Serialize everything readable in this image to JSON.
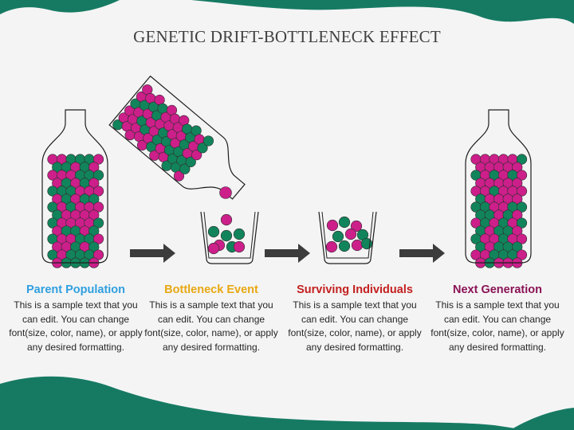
{
  "title": "GENETIC DRIFT-BOTTLENECK EFFECT",
  "colors": {
    "background": "#f4f4f4",
    "wave": "#167a63",
    "ball_magenta": "#cc1f8a",
    "ball_green": "#12845c",
    "arrow": "#3c3c3c"
  },
  "steps": [
    {
      "title": "Parent Population",
      "color": "#2f9fe0",
      "description": "This is a sample text that you can edit. You can change font(size, color, name), or apply any desired formatting."
    },
    {
      "title": "Bottleneck Event",
      "color": "#e8a812",
      "description": "This is a sample text that you can edit. You can change font(size, color, name), or apply any desired formatting."
    },
    {
      "title": "Surviving Individuals",
      "color": "#c41f1f",
      "description": "This is a sample text that you can edit. You can change font(size, color, name), or apply any desired formatting."
    },
    {
      "title": "Next Generation",
      "color": "#8a1255",
      "description": "This is a sample text that you can edit. You can change font(size, color, name), or apply any desired formatting."
    }
  ]
}
